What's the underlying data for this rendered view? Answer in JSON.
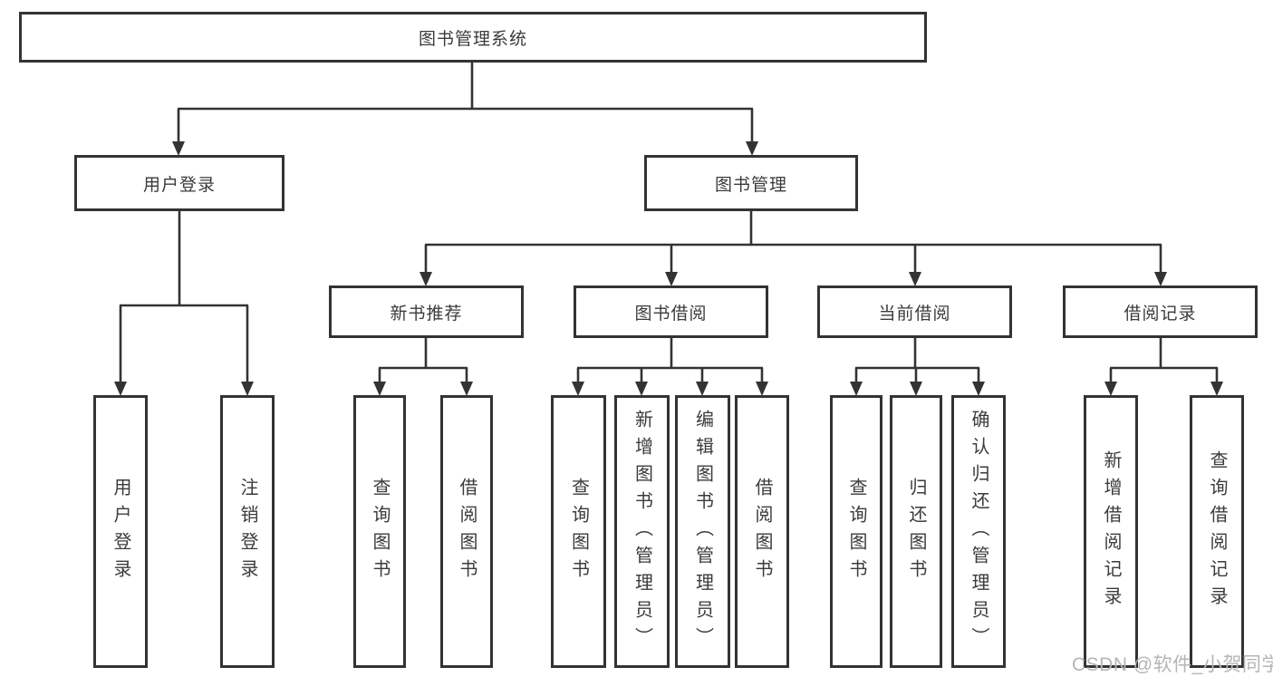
{
  "colors": {
    "line": "#333333",
    "text": "#3b3b3b",
    "box_bg": "#ffffff",
    "watermark": "#b5b5b5"
  },
  "tree": {
    "root": "图书管理系统",
    "level2": [
      "用户登录",
      "图书管理"
    ],
    "level3": [
      "新书推荐",
      "图书借阅",
      "当前借阅",
      "借阅记录"
    ],
    "leaves_user": [
      "用户登录",
      "注销登录"
    ],
    "leaves_recommend": [
      "查询图书",
      "借阅图书"
    ],
    "leaves_borrow": [
      "查询图书",
      "新增图书（管理员）",
      "编辑图书（管理员）",
      "借阅图书"
    ],
    "leaves_current": [
      "查询图书",
      "归还图书",
      "确认归还（管理员）"
    ],
    "leaves_record": [
      "新增借阅记录",
      "查询借阅记录"
    ]
  },
  "watermark": {
    "text": "CSDN @软件_小贺同学"
  }
}
